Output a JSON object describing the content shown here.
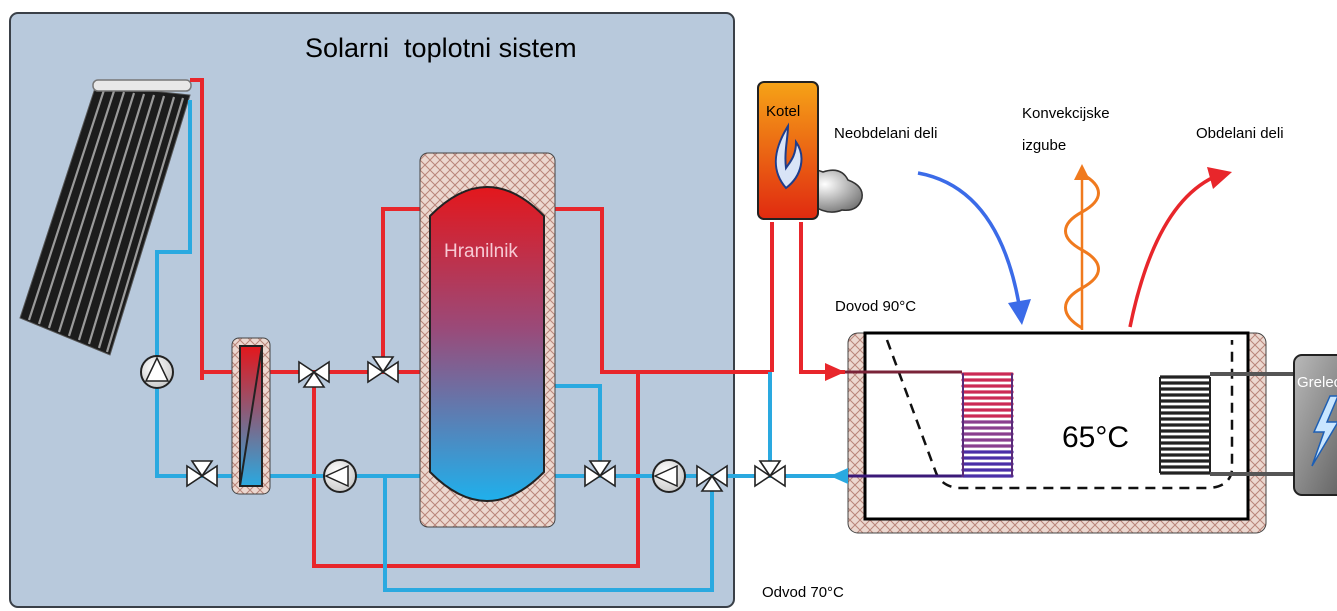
{
  "title": "Solarni  toplotni sistem",
  "labels": {
    "tank": "Hranilnik",
    "boiler": "Kotel",
    "heater": "Grelec",
    "untreated_parts": "Neobdelani deli",
    "convection_losses_line1": "Konvekcijske",
    "convection_losses_line2": "izgube",
    "treated_parts": "Obdelani deli",
    "supply": "Dovod 90°C",
    "return": "Odvod 70°C",
    "bath_temperature": "65°C"
  },
  "colors": {
    "panel": "#b8c9dc",
    "hot_pipe": "#e8262b",
    "cold_pipe": "#2aa9e0",
    "insulation": "#e9d4cc",
    "blue_arrow": "#3b6be8",
    "orange_arrow": "#f07a1e",
    "red_arrow": "#e8262b"
  }
}
